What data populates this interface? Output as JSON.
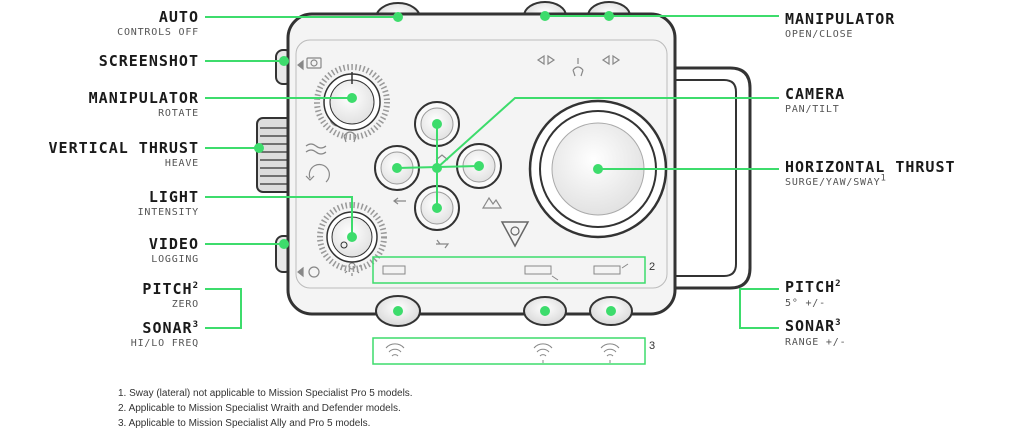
{
  "labels_left": [
    {
      "id": "auto",
      "main": "AUTO",
      "sub": "CONTROLS OFF"
    },
    {
      "id": "screenshot",
      "main": "SCREENSHOT",
      "sub": ""
    },
    {
      "id": "manip-rotate",
      "main": "MANIPULATOR",
      "sub": "ROTATE"
    },
    {
      "id": "vert-thrust",
      "main": "VERTICAL THRUST",
      "sub": "HEAVE"
    },
    {
      "id": "light",
      "main": "LIGHT",
      "sub": "INTENSITY"
    },
    {
      "id": "video",
      "main": "VIDEO",
      "sub": "LOGGING"
    },
    {
      "id": "pitch-left",
      "main": "PITCH",
      "sup": "2",
      "sub": "ZERO"
    },
    {
      "id": "sonar-left",
      "main": "SONAR",
      "sup": "3",
      "sub": "HI/LO FREQ"
    }
  ],
  "labels_right": [
    {
      "id": "manip-open",
      "main": "MANIPULATOR",
      "sub": "OPEN/CLOSE"
    },
    {
      "id": "camera",
      "main": "CAMERA",
      "sub": "PAN/TILT"
    },
    {
      "id": "horiz-thrust",
      "main": "HORIZONTAL THRUST",
      "sub": "SURGE/YAW/SWAY",
      "sub_sup": "1"
    },
    {
      "id": "pitch-right",
      "main": "PITCH",
      "sup": "2",
      "sub": "5° +/-"
    },
    {
      "id": "sonar-right",
      "main": "SONAR",
      "sup": "3",
      "sub": "RANGE +/-"
    }
  ],
  "markers": {
    "row2": "2",
    "row3": "3"
  },
  "footnotes": [
    "1.   Sway (lateral) not applicable to Mission Specialist Pro 5 models.",
    "2.   Applicable to Mission Specialist Wraith and Defender models.",
    "3.   Applicable to Mission Specialist Ally and Pro 5 models."
  ],
  "colors": {
    "callout": "#3ddc6c",
    "outline": "#333333",
    "body": "#f4f4f4"
  }
}
